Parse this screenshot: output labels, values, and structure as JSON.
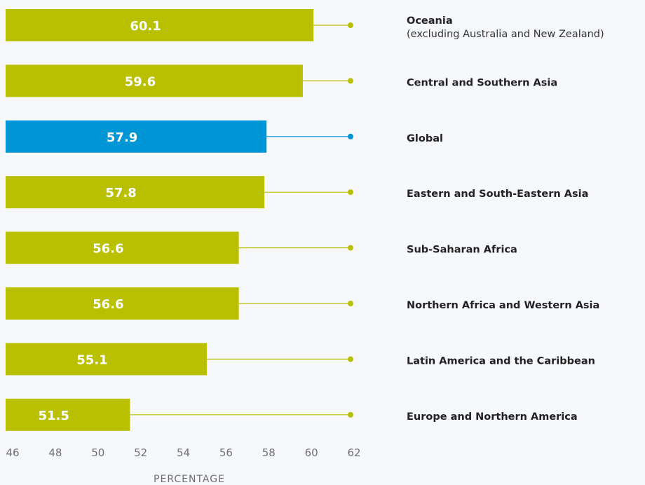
{
  "chart_data": {
    "type": "bar",
    "orientation": "horizontal",
    "categories": [
      "Oceania",
      "Central and Southern Asia",
      "Global",
      "Eastern and South-Eastern Asia",
      "Sub-Saharan Africa",
      "Northern Africa and Western Asia",
      "Latin America and the Caribbean",
      "Europe and Northern America"
    ],
    "category_notes": [
      "(excluding Australia and New Zealand)",
      "",
      "",
      "",
      "",
      "",
      "",
      ""
    ],
    "values": [
      60.1,
      59.6,
      57.9,
      57.8,
      56.6,
      56.6,
      55.1,
      51.5
    ],
    "highlight": "Global",
    "xlabel": "PERCENTAGE",
    "xlim": [
      46,
      62
    ],
    "xticks": [
      46,
      48,
      50,
      52,
      54,
      56,
      58,
      60,
      62
    ],
    "colors": {
      "default": "#b8c000",
      "highlight": "#0096d6",
      "highlight_label": "#0096d6"
    },
    "grid": false
  }
}
